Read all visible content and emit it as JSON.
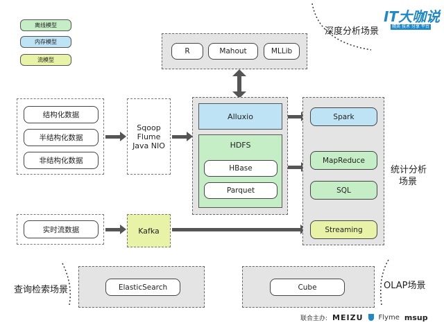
{
  "legend": {
    "offline": "离线模型",
    "memory": "内存模型",
    "stream": "流模型"
  },
  "colors": {
    "offline": "#c6eec6",
    "memory": "#bde3f5",
    "stream": "#e8f3a8"
  },
  "brand": {
    "logo_text": "IT大咖说",
    "logo_sub": "精英 技术 分享 平台",
    "partners_label": "联合主办:",
    "partners": [
      "MEIZU",
      "Flyme",
      "msup"
    ]
  },
  "scenes": {
    "deep_analysis": "深度分析场景",
    "statistics_line1": "统计分析",
    "statistics_line2": "场景",
    "query": "查询检索场景",
    "olap": "OLAP场景"
  },
  "ml_tools": [
    "R",
    "Mahout",
    "MLLib"
  ],
  "data_sources": [
    "结构化数据",
    "半结构化数据",
    "非结构化数据"
  ],
  "realtime_source": "实时流数据",
  "ingest": [
    "Sqoop",
    "Flume",
    "Java NIO"
  ],
  "kafka": "Kafka",
  "storage": {
    "alluxio": "Alluxio",
    "hdfs": "HDFS",
    "hbase": "HBase",
    "parquet": "Parquet"
  },
  "compute": {
    "spark": "Spark",
    "mapreduce": "MapReduce",
    "sql": "SQL",
    "streaming": "Streaming"
  },
  "search": "ElasticSearch",
  "cube": "Cube"
}
